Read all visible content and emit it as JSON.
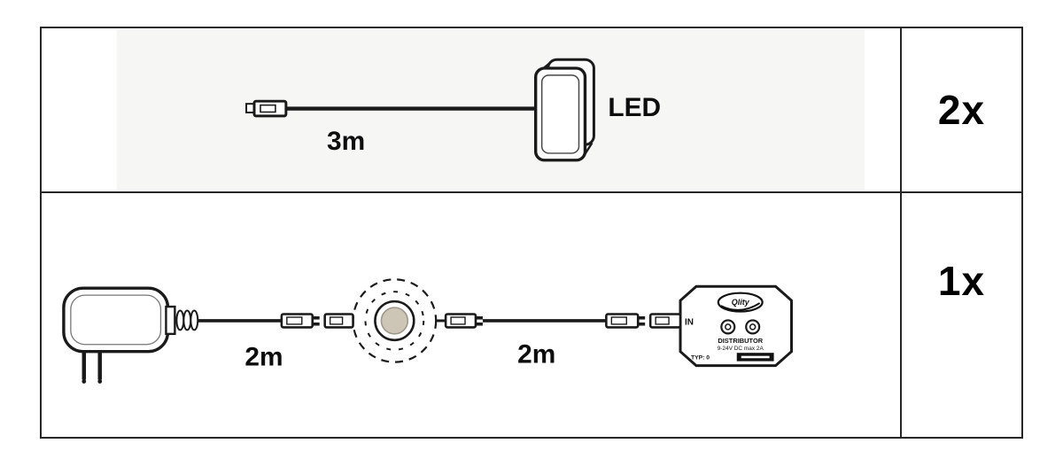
{
  "parts_table": {
    "row1": {
      "quantity": "2x",
      "cable_length": "3m",
      "led_label": "LED"
    },
    "row2": {
      "quantity": "1x",
      "cable1_length": "2m",
      "cable2_length": "2m",
      "distributor": {
        "in_label": "IN",
        "logo": "Qlity",
        "title": "DISTRIBUTOR",
        "spec": "9-24V DC max 2A",
        "type": "TYP: 0"
      }
    }
  }
}
